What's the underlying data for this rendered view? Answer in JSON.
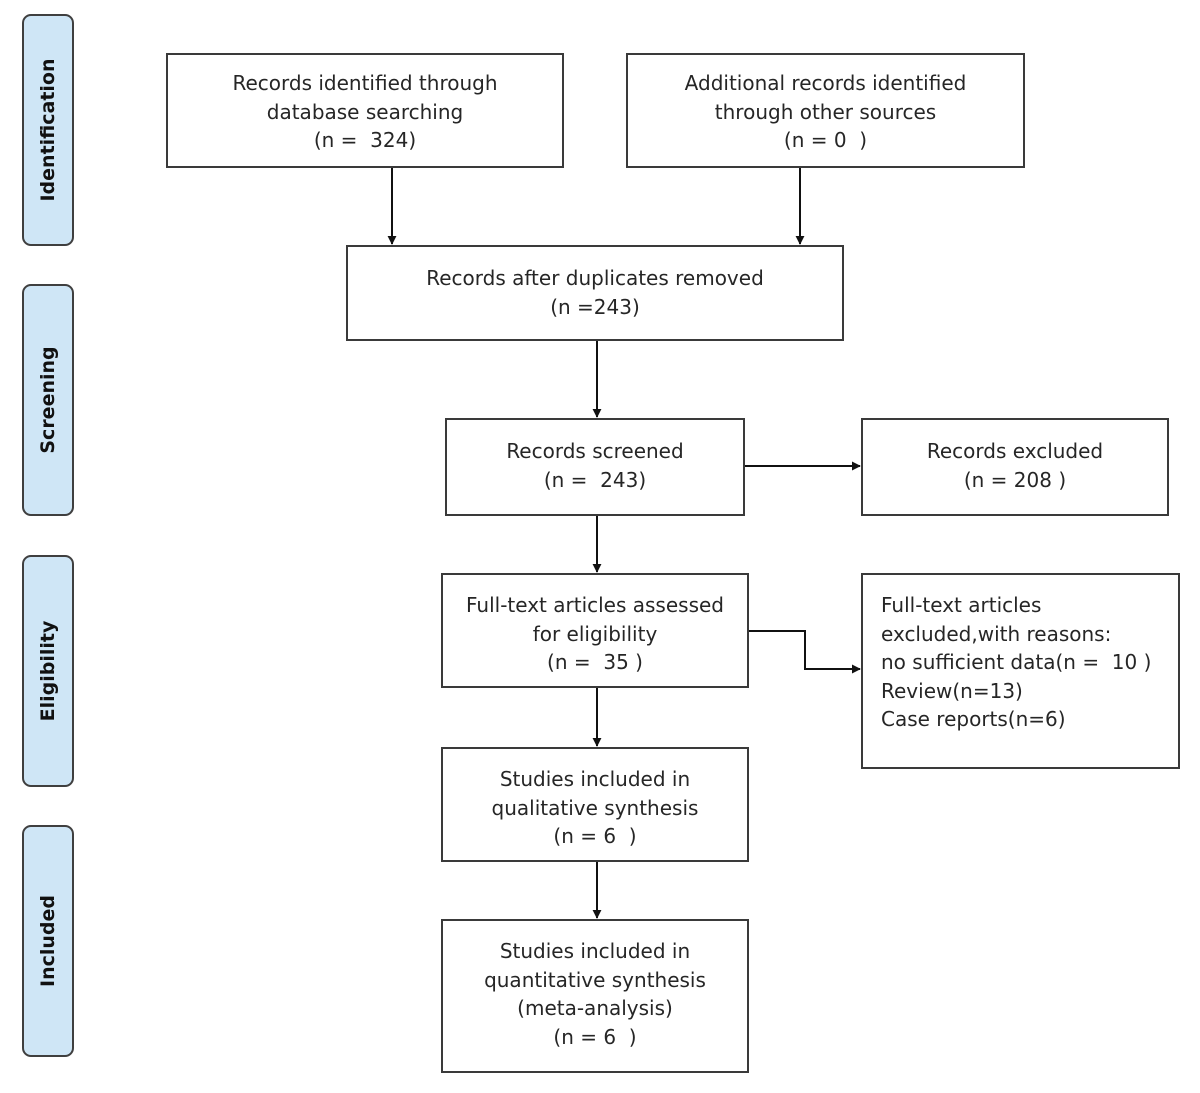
{
  "phases": [
    {
      "id": "identification",
      "label": "Identification"
    },
    {
      "id": "screening",
      "label": "Screening"
    },
    {
      "id": "eligibility",
      "label": "Eligibility"
    },
    {
      "id": "included",
      "label": "Included"
    }
  ],
  "boxes": {
    "database": {
      "lines": [
        "Records identified through",
        "database searching",
        "(n =  324)"
      ]
    },
    "other_sources": {
      "lines": [
        "Additional records identified",
        "through other sources",
        "(n = 0  )"
      ]
    },
    "after_duplicates": {
      "lines": [
        "Records after duplicates removed",
        "(n =243)"
      ]
    },
    "screened": {
      "lines": [
        "Records screened",
        "(n =  243)"
      ]
    },
    "excluded": {
      "lines": [
        "Records excluded",
        "(n = 208 )"
      ]
    },
    "fulltext": {
      "lines": [
        "Full-text articles assessed",
        "for eligibility",
        "(n =  35 )"
      ]
    },
    "fulltext_excluded": {
      "lines": [
        "Full-text articles",
        "excluded,with reasons:",
        "no sufficient data(n =  10 )",
        "Review(n=13)",
        "Case reports(n=6)"
      ]
    },
    "qualitative": {
      "lines": [
        "Studies included in",
        "qualitative synthesis",
        "(n = 6  )"
      ]
    },
    "quantitative": {
      "lines": [
        "Studies included in",
        "quantitative synthesis",
        "(meta-analysis)",
        "(n = 6  )"
      ]
    }
  }
}
